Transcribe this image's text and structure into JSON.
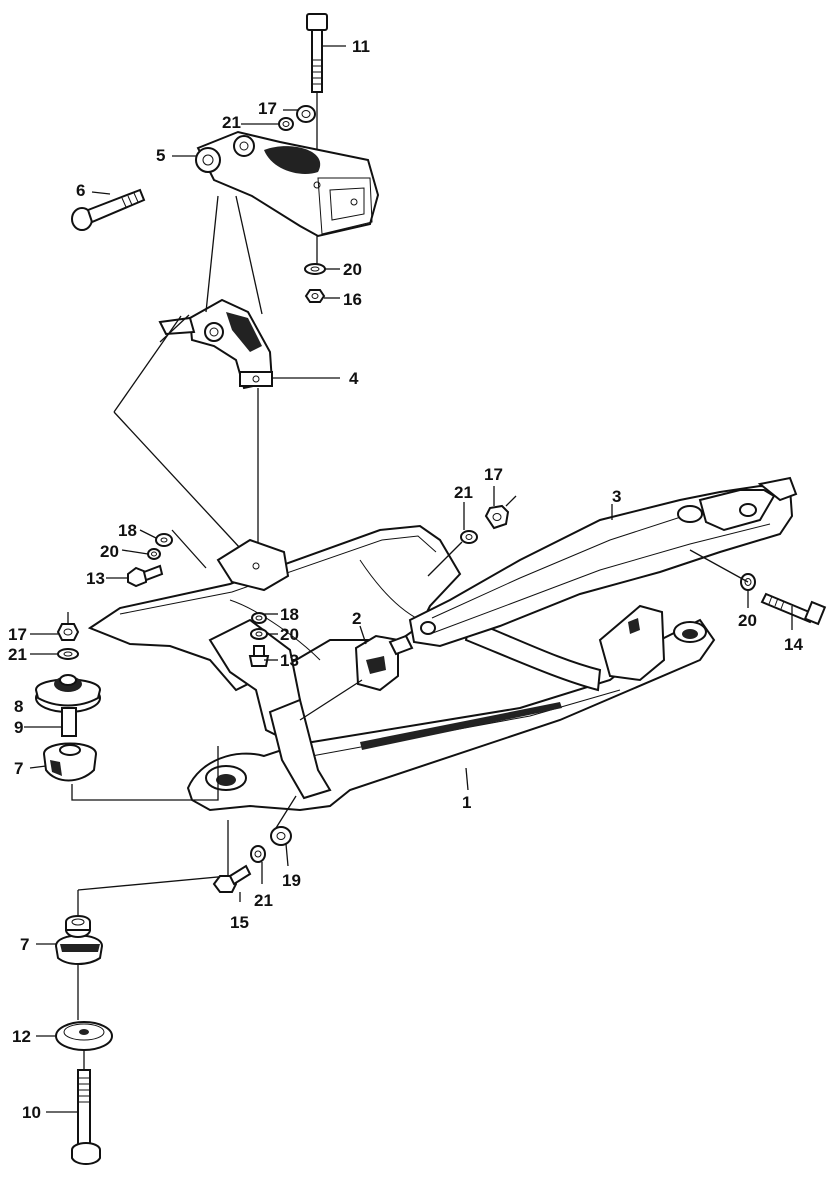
{
  "callouts": [
    {
      "id": "c1",
      "text": "1"
    },
    {
      "id": "c2",
      "text": "2"
    },
    {
      "id": "c3",
      "text": "3"
    },
    {
      "id": "c4",
      "text": "4"
    },
    {
      "id": "c5",
      "text": "5"
    },
    {
      "id": "c6",
      "text": "6"
    },
    {
      "id": "c7a",
      "text": "7"
    },
    {
      "id": "c7b",
      "text": "7"
    },
    {
      "id": "c8",
      "text": "8"
    },
    {
      "id": "c9",
      "text": "9"
    },
    {
      "id": "c10",
      "text": "10"
    },
    {
      "id": "c11",
      "text": "11"
    },
    {
      "id": "c12",
      "text": "12"
    },
    {
      "id": "c13a",
      "text": "13"
    },
    {
      "id": "c13b",
      "text": "13"
    },
    {
      "id": "c14",
      "text": "14"
    },
    {
      "id": "c15",
      "text": "15"
    },
    {
      "id": "c16",
      "text": "16"
    },
    {
      "id": "c17a",
      "text": "17"
    },
    {
      "id": "c17b",
      "text": "17"
    },
    {
      "id": "c17c",
      "text": "17"
    },
    {
      "id": "c18a",
      "text": "18"
    },
    {
      "id": "c18b",
      "text": "18"
    },
    {
      "id": "c19",
      "text": "19"
    },
    {
      "id": "c20a",
      "text": "20"
    },
    {
      "id": "c20b",
      "text": "20"
    },
    {
      "id": "c20c",
      "text": "20"
    },
    {
      "id": "c20d",
      "text": "20"
    },
    {
      "id": "c21a",
      "text": "21"
    },
    {
      "id": "c21b",
      "text": "21"
    },
    {
      "id": "c21c",
      "text": "21"
    },
    {
      "id": "c21d",
      "text": "21"
    }
  ]
}
